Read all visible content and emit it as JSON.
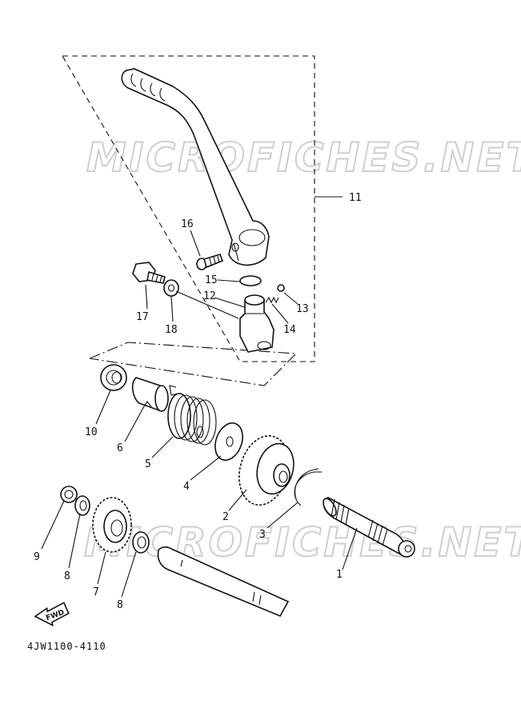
{
  "watermark": "MICROFICHES.NET",
  "diagram_code": "4JW1100-4110",
  "fwd_label": "FWD",
  "callouts": [
    {
      "id": "1",
      "text": "1"
    },
    {
      "id": "2",
      "text": "2"
    },
    {
      "id": "3",
      "text": "3"
    },
    {
      "id": "4",
      "text": "4"
    },
    {
      "id": "5",
      "text": "5"
    },
    {
      "id": "6",
      "text": "6"
    },
    {
      "id": "7",
      "text": "7"
    },
    {
      "id": "8a",
      "text": "8"
    },
    {
      "id": "8b",
      "text": "8"
    },
    {
      "id": "9",
      "text": "9"
    },
    {
      "id": "10",
      "text": "10"
    },
    {
      "id": "11",
      "text": "11"
    },
    {
      "id": "12",
      "text": "12"
    },
    {
      "id": "13",
      "text": "13"
    },
    {
      "id": "14",
      "text": "14"
    },
    {
      "id": "15",
      "text": "15"
    },
    {
      "id": "16",
      "text": "16"
    },
    {
      "id": "17",
      "text": "17"
    },
    {
      "id": "18",
      "text": "18"
    }
  ]
}
